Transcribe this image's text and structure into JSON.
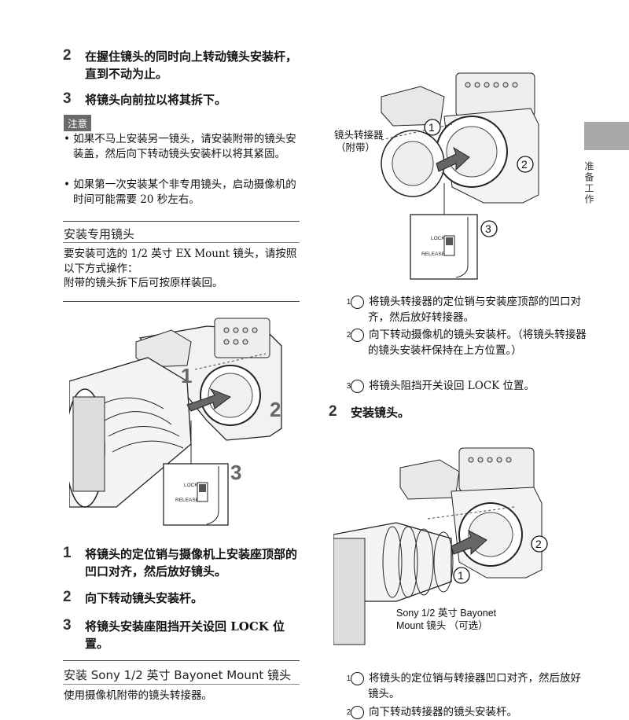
{
  "left": {
    "step2": {
      "num": "2",
      "text": "在握住镜头的同时向上转动镜头安装杆，直到不动为止。"
    },
    "step3": {
      "num": "3",
      "text": "将镜头向前拉以将其拆下。"
    },
    "note_label": "注意",
    "notes": [
      "• 如果不马上安装另一镜头，请安装附带的镜头安装盖，然后向下转动镜头安装杆以将其紧固。",
      "• 如果第一次安装某个非专用镜头，启动摄像机的时间可能需要 20 秒左右。"
    ],
    "section1_title": "安装专用镜头",
    "section1_intro": "要安装可选的 1/2 英寸 EX Mount 镜头，请按照以下方式操作：",
    "section1_intro2": "附带的镜头拆下后可按原样装回。",
    "figure1": {
      "callout1": "1",
      "callout2": "2",
      "callout3": "3",
      "lock": "LOCK",
      "release": "RELEASE"
    },
    "steps": [
      {
        "num": "1",
        "text": "将镜头的定位销与摄像机上安装座顶部的凹口对齐，然后放好镜头。"
      },
      {
        "num": "2",
        "text": "向下转动镜头安装杆。"
      },
      {
        "num": "3",
        "text": "将镜头安装座阻挡开关设回 LOCK 位置。"
      }
    ],
    "section2_title": "安装 Sony 1/2 英寸 Bayonet Mount 镜头",
    "section2_intro": "使用摄像机附带的镜头转接器。"
  },
  "right": {
    "figure2": {
      "adapter_label_line1": "镜头转接器",
      "adapter_label_line2": "（附带）",
      "c1": "1",
      "c2": "2",
      "c3": "3",
      "lock": "LOCK",
      "release": "RELEASE"
    },
    "substeps": [
      {
        "mark": "1",
        "text": "将镜头转接器的定位销与安装座顶部的凹口对齐，然后放好转接器。"
      },
      {
        "mark": "2",
        "text": "向下转动摄像机的镜头安装杆。（将镜头转接器的镜头安装杆保持在上方位置。）"
      },
      {
        "mark": "3",
        "text": "将镜头阻挡开关设回 LOCK 位置。"
      }
    ],
    "step2": {
      "num": "2",
      "text": "安装镜头。"
    },
    "figure3": {
      "lens_label_line1": "Sony 1/2 英寸 Bayonet",
      "lens_label_line2": "Mount 镜头 （可选）",
      "c1": "1",
      "c2": "2"
    },
    "substeps2": [
      {
        "mark": "1",
        "text": "将镜头的定位销与转接器凹口对齐，然后放好镜头。"
      },
      {
        "mark": "2",
        "text": "向下转动转接器的镜头安装杆。"
      }
    ]
  },
  "side_tab": {
    "text": "准备工作",
    "color": "#a9a9a9"
  }
}
